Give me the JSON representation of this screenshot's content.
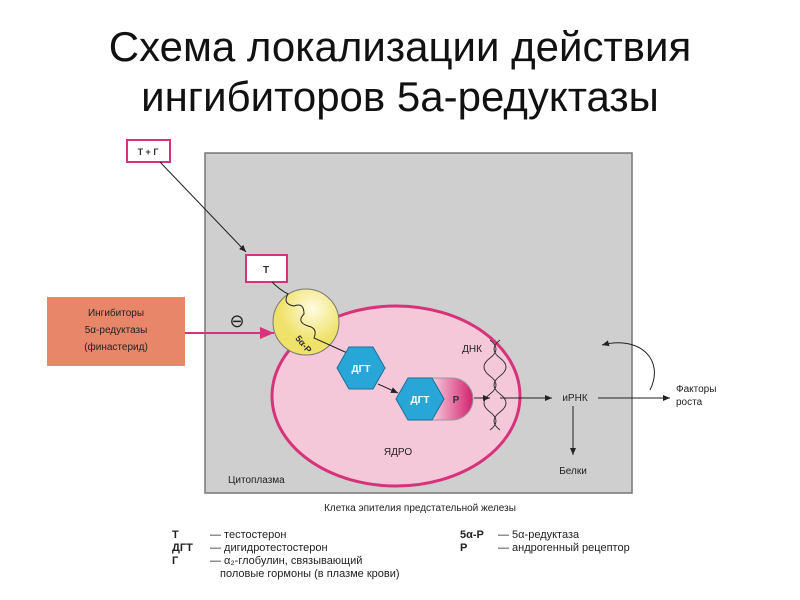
{
  "slide": {
    "title_line1": "Схема локализации действия",
    "title_line2": "ингибиторов 5а-редуктазы"
  },
  "diagram": {
    "t_plus_g": "Т + Г",
    "t": "Т",
    "inhibitor_line1": "Ингибиторы",
    "inhibitor_line2": "5α-редуктазы",
    "inhibitor_line3": "(финастерид)",
    "minus_sign": "⊖",
    "enzyme": "5α-Р",
    "dgt1": "ДГТ",
    "dgt2": "ДГТ",
    "receptor": "Р",
    "dna": "ДНК",
    "mrna": "иРНК",
    "factors_line1": "Факторы",
    "factors_line2": "роста",
    "proteins": "Белки",
    "nucleus": "ЯДРО",
    "cytoplasm": "Цитоплазма",
    "caption": "Клетка эпителия предстательной железы"
  },
  "legend": [
    {
      "key": "Т",
      "text": "— тестостерон"
    },
    {
      "key": "ДГТ",
      "text": "— дигидротестостерон"
    },
    {
      "key": "Г",
      "text": "— α₂-глобулин, связывающий"
    },
    {
      "key": "",
      "text": "половые гормоны (в плазме крови)"
    },
    {
      "key": "5α-Р",
      "text": "— 5α-редуктаза"
    },
    {
      "key": "Р",
      "text": "— андрогенный рецептор"
    }
  ],
  "colors": {
    "cell": "#cfcfcf",
    "nucleus": "#f5c8d9",
    "magenta": "#d6337a",
    "hex": "#29a6d8",
    "inhibitor": "#e8866a",
    "enzyme": "#f3ec8a"
  }
}
